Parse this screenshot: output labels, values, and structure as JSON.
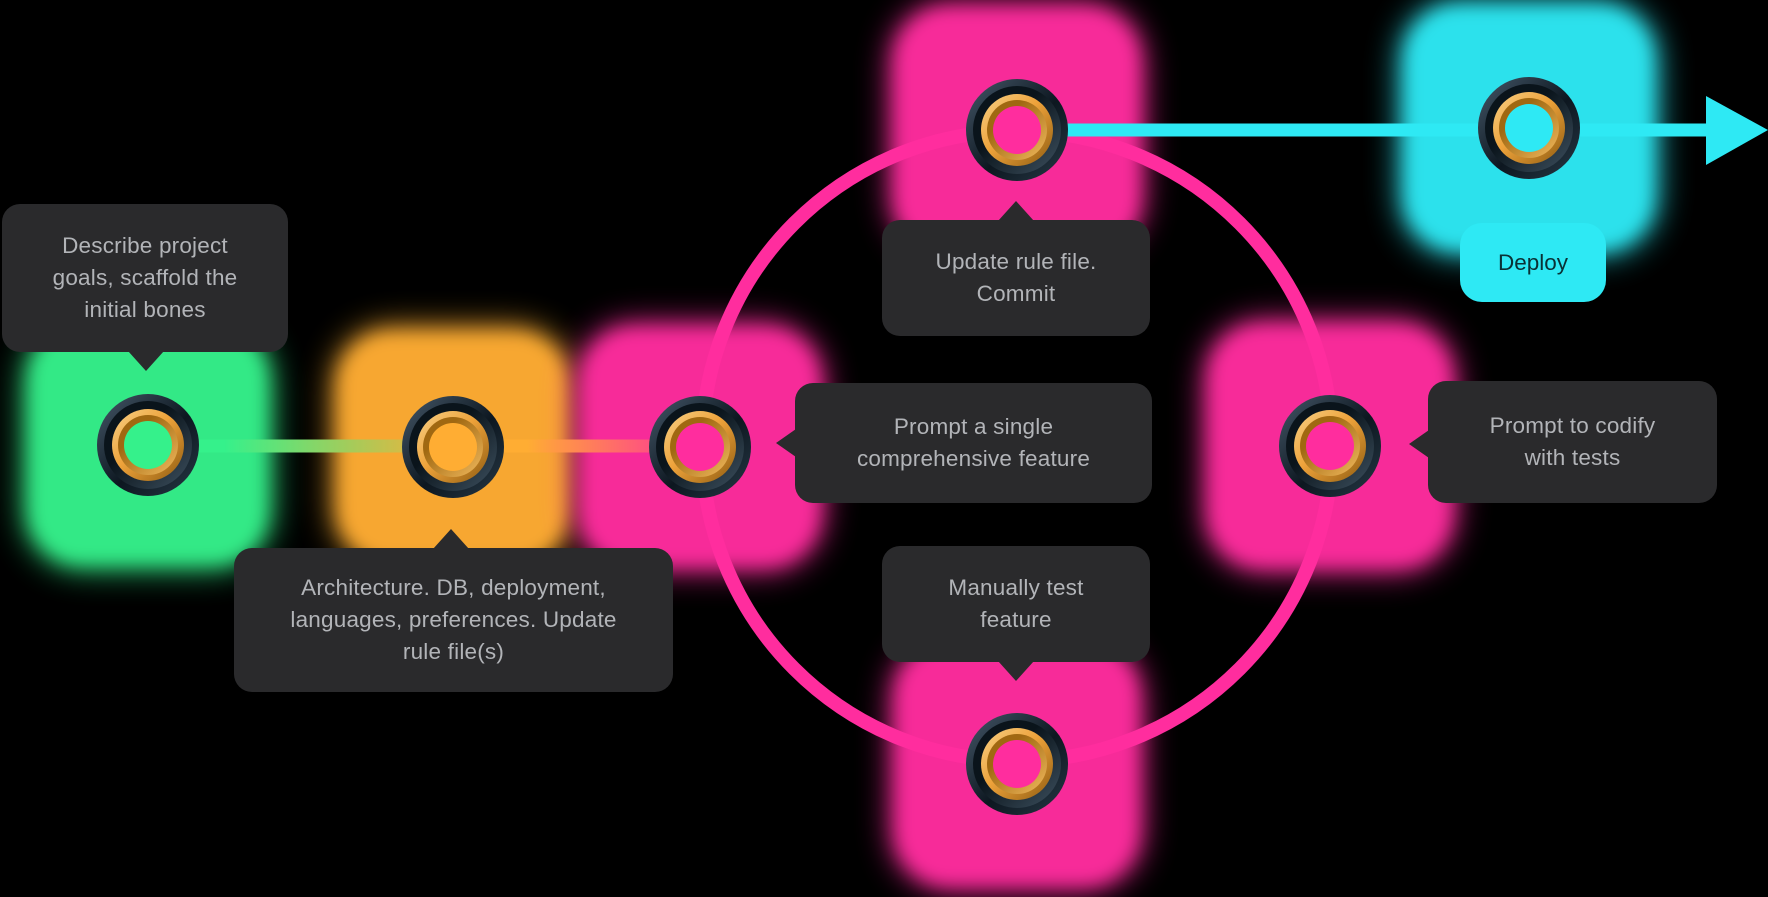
{
  "colors": {
    "green": "#35F18B",
    "orange": "#FFAD33",
    "pink": "#FF2D9E",
    "cyan": "#2EE9F4",
    "tooltip-bg": "#2A2A2C",
    "tooltip-text": "#B2B4B8",
    "deploy-text": "#0A3135",
    "background": "#000000",
    "gold-ring": "#EDA23A"
  },
  "diagram": {
    "nodes": [
      {
        "id": "scaffold",
        "color_name": "green",
        "label": {
          "lines": [
            "Describe project",
            "goals, scaffold the",
            "initial bones"
          ]
        }
      },
      {
        "id": "architecture",
        "color_name": "orange",
        "label": {
          "lines": [
            "Architecture. DB, deployment,",
            "languages, preferences. Update",
            "rule file(s)"
          ]
        }
      },
      {
        "id": "prompt-feature",
        "color_name": "pink",
        "label": {
          "lines": [
            "Prompt a single",
            "comprehensive feature"
          ]
        }
      },
      {
        "id": "update-rule",
        "color_name": "pink",
        "label": {
          "lines": [
            "Update rule file.",
            "Commit"
          ]
        }
      },
      {
        "id": "codify-tests",
        "color_name": "pink",
        "label": {
          "lines": [
            "Prompt to codify",
            "with tests"
          ]
        }
      },
      {
        "id": "manual-test",
        "color_name": "pink",
        "label": {
          "lines": [
            "Manually test",
            "feature"
          ]
        }
      },
      {
        "id": "deploy",
        "color_name": "cyan",
        "label": {
          "lines": [
            "Deploy"
          ]
        }
      }
    ],
    "edges": [
      {
        "from": "scaffold",
        "to": "architecture",
        "style": "gradient-green-to-orange"
      },
      {
        "from": "architecture",
        "to": "prompt-feature",
        "style": "gradient-orange-to-pink"
      },
      {
        "type": "cycle",
        "nodes": [
          "prompt-feature",
          "update-rule",
          "codify-tests",
          "manual-test"
        ],
        "style": "pink-circle"
      },
      {
        "from": "update-rule",
        "to": "deploy",
        "style": "cyan-line"
      },
      {
        "from": "deploy",
        "to": "offscreen-right",
        "style": "cyan-arrow"
      }
    ]
  }
}
